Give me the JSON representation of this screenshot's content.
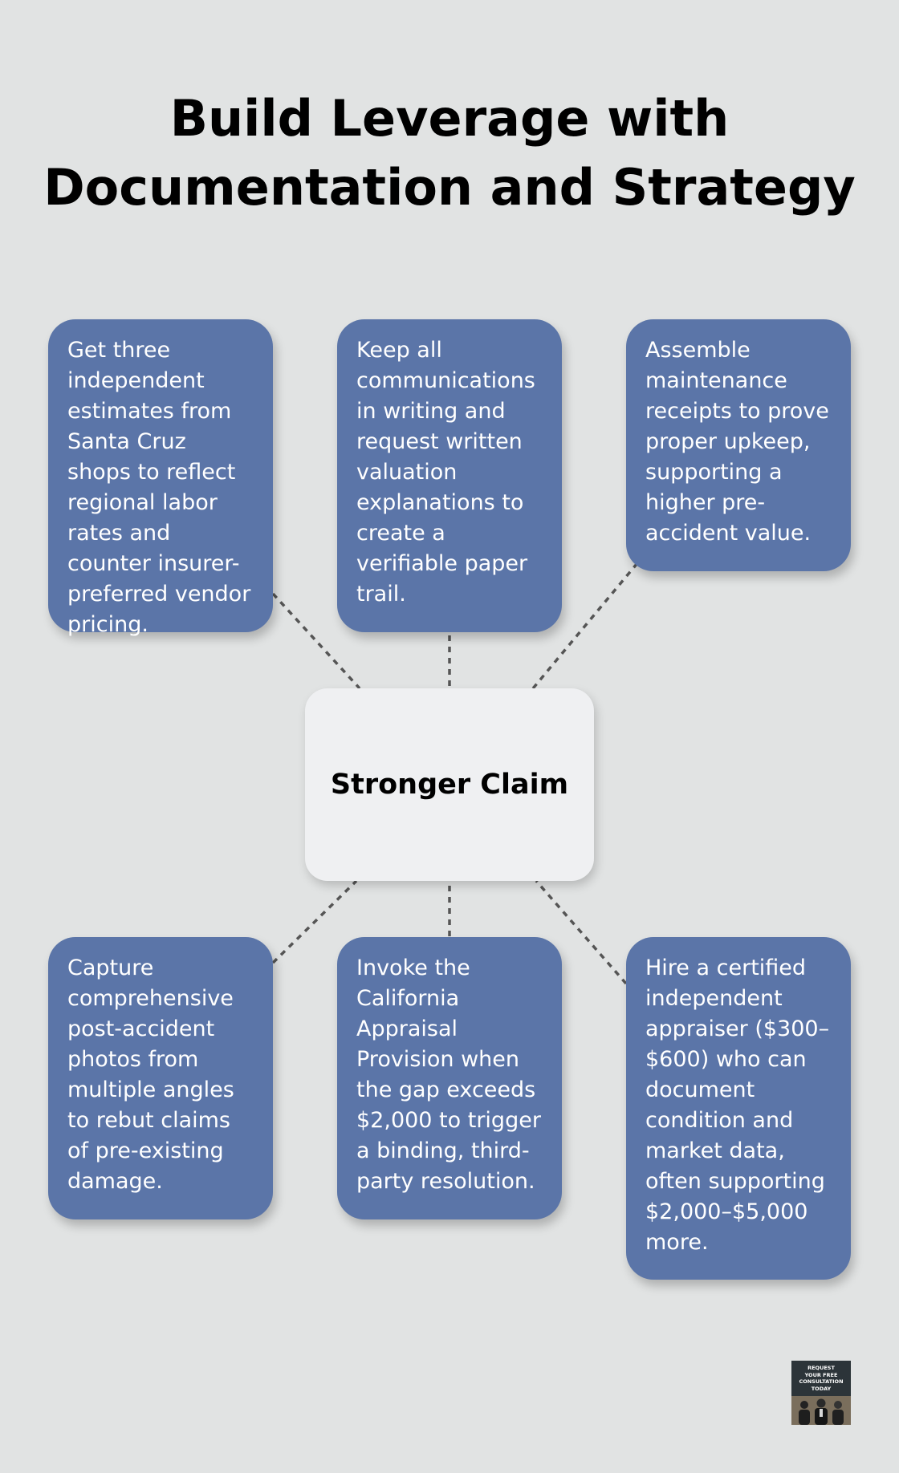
{
  "title": {
    "line1": "Build Leverage with",
    "line2": "Documentation and Strategy"
  },
  "center": {
    "label": "Stronger Claim",
    "color": "#eff0f2"
  },
  "node_color": "#5b75a8",
  "nodes": [
    {
      "id": "estimates",
      "text": "Get three independent estimates from Santa Cruz shops to reflect regional labor rates and counter insurer-preferred vendor pricing."
    },
    {
      "id": "communications",
      "text": "Keep all communications in writing and request written valuation explanations to create a verifiable paper trail."
    },
    {
      "id": "maintenance",
      "text": "Assemble maintenance receipts to prove proper upkeep, supporting a higher pre-accident value."
    },
    {
      "id": "photos",
      "text": "Capture comprehensive post-accident photos from multiple angles to rebut claims of pre-existing damage."
    },
    {
      "id": "appraisal",
      "text": "Invoke the California Appraisal Provision when the gap exceeds $2,000 to trigger a binding, third-party resolution."
    },
    {
      "id": "appraiser",
      "text": "Hire a certified independent appraiser ($300–$600) who can document condition and market data, often supporting $2,000–$5,000 more."
    }
  ],
  "badge": {
    "line1": "REQUEST",
    "line2": "YOUR FREE",
    "line3": "CONSULTATION",
    "line4": "TODAY"
  }
}
